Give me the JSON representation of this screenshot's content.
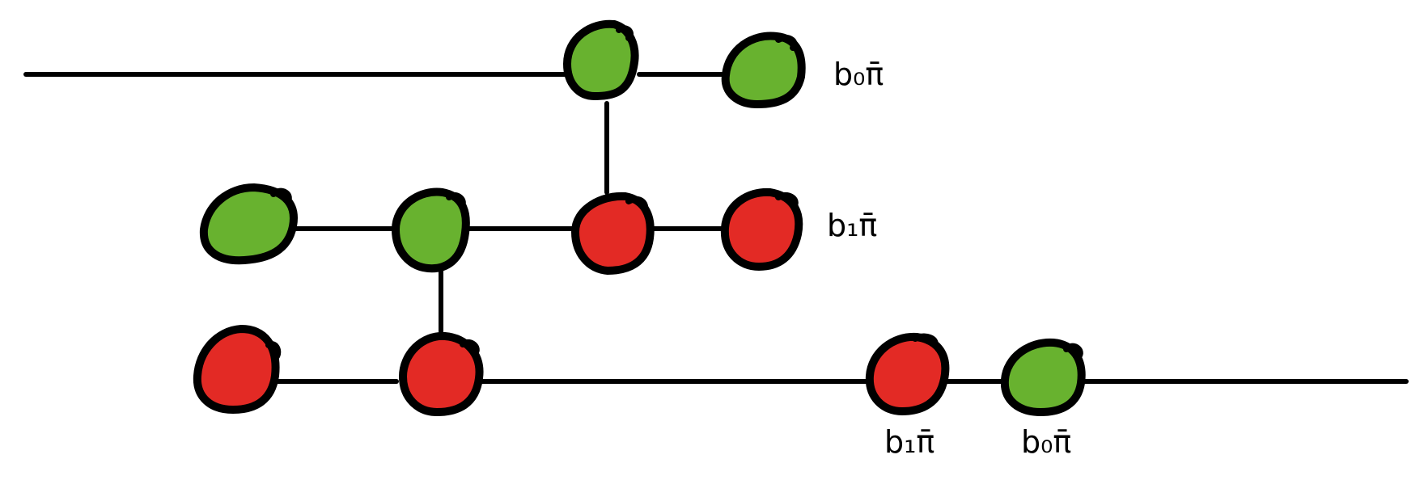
{
  "colors": {
    "green": "#68b22f",
    "red": "#e32a25",
    "ink": "#000000",
    "background": "#ffffff"
  },
  "labels": [
    {
      "id": "label-top",
      "text": "b₀π̄",
      "anchor": "right-of-row-1"
    },
    {
      "id": "label-middle",
      "text": "b₁π̄",
      "anchor": "right-of-row-2"
    },
    {
      "id": "label-bottom-red",
      "text": "b₁π̄",
      "anchor": "below-row-3-node-3"
    },
    {
      "id": "label-bottom-green",
      "text": "b₀π̄",
      "anchor": "below-row-3-node-4"
    }
  ],
  "rows": [
    {
      "id": "row-1",
      "wire": "left-open",
      "nodes": [
        "green",
        "green"
      ]
    },
    {
      "id": "row-2",
      "wire": "between-nodes",
      "nodes": [
        "green",
        "green",
        "red",
        "red"
      ]
    },
    {
      "id": "row-3",
      "wire": "right-open",
      "nodes": [
        "red",
        "red",
        "red",
        "green"
      ]
    }
  ],
  "rungs": [
    {
      "id": "rung-1",
      "from": "row-1 node 1",
      "to": "row-2 node 3"
    },
    {
      "id": "rung-2",
      "from": "row-2 node 2",
      "to": "row-3 node 2"
    }
  ]
}
